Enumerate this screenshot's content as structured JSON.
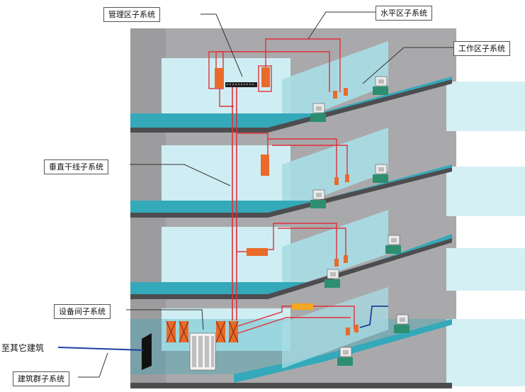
{
  "labels": {
    "management": "管理区子系统",
    "horizontal": "水平区子系统",
    "work_area": "工作区子系统",
    "vertical": "垂直干线子系统",
    "equipment_room": "设备间子系统",
    "building_group": "建筑群子系统",
    "to_other_building": "至其它建筑"
  },
  "colors": {
    "building_wall": "#a9a9ab",
    "wall_shadow": "#8e8e90",
    "floor_top": "#33a9ba",
    "floor_edge": "#4d4d4f",
    "window": "#cfeef3",
    "partition": "#a9dde4",
    "cable": "#e0303a",
    "equipment": "#ea6a2a",
    "patch_panel": "#1e1e1e",
    "workstation": "#2d8f6f",
    "backbone_link": "#1e3f9e"
  }
}
